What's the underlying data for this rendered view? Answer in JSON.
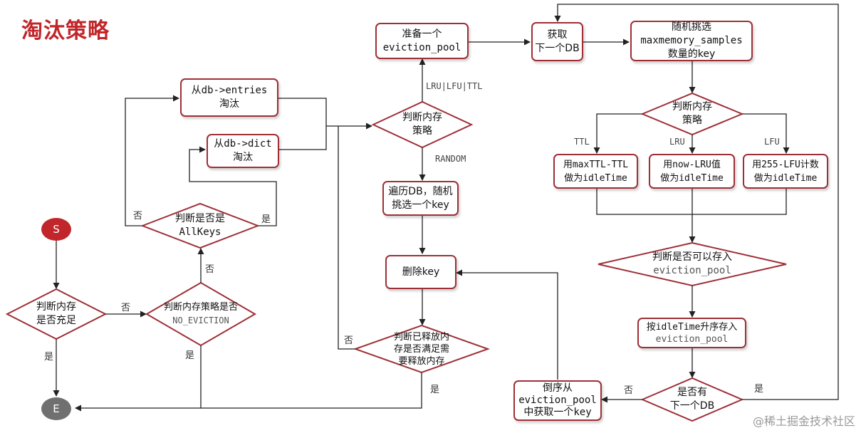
{
  "title": "淘汰策略",
  "nodes": {
    "start": "S",
    "end": "E",
    "mem_enough": [
      "判断内存",
      "是否充足"
    ],
    "policy_no_eviction": [
      "判断内存策略是否",
      "NO_EVICTION"
    ],
    "is_allkeys": [
      "判断是否是",
      "AllKeys"
    ],
    "from_entries": [
      "从db->entries",
      "淘汰"
    ],
    "from_dict": [
      "从db->dict",
      "淘汰"
    ],
    "judge_policy_mid": [
      "判断内存",
      "策略"
    ],
    "prepare_pool": [
      "准备一个",
      "eviction_pool"
    ],
    "traverse_random": [
      "遍历DB，随机",
      "挑选一个key"
    ],
    "delete_key": [
      "删除key"
    ],
    "released_enough": [
      "判断已释放内",
      "存是否满足需",
      "要释放内存"
    ],
    "get_next_db": [
      "获取",
      "下一个DB"
    ],
    "random_samples": [
      "随机挑选",
      "maxmemory_samples",
      "数量的key"
    ],
    "judge_policy_right": [
      "判断内存",
      "策略"
    ],
    "ttl_idle": [
      "用maxTTL-TTL",
      "做为idleTime"
    ],
    "lru_idle": [
      "用now-LRU值",
      "做为idleTime"
    ],
    "lfu_idle": [
      "用255-LFU计数",
      "做为idleTime"
    ],
    "can_store_pool": [
      "判断是否可以存入",
      "eviction_pool"
    ],
    "sort_store_pool": [
      "按idleTime升序存入",
      "eviction_pool"
    ],
    "has_next_db": [
      "是否有",
      "下一个DB"
    ],
    "reverse_get_key": [
      "倒序从",
      "eviction_pool",
      "中获取一个key"
    ]
  },
  "edge_labels": {
    "mem_yes": "是",
    "mem_no": "否",
    "noevict_yes": "是",
    "noevict_no": "否",
    "allkeys_no": "否",
    "allkeys_yes": "是",
    "lru_lfu_ttl": "LRU|LFU|TTL",
    "random": "RANDOM",
    "released_no": "否",
    "released_yes": "是",
    "ttl": "TTL",
    "lru": "LRU",
    "lfu": "LFU",
    "next_no": "否",
    "next_yes": "是"
  },
  "watermark": "@稀土掘金技术社区",
  "colors": {
    "border": "#9e2f36",
    "title": "#c0262a",
    "start": "#c0262a",
    "end": "#707070"
  }
}
